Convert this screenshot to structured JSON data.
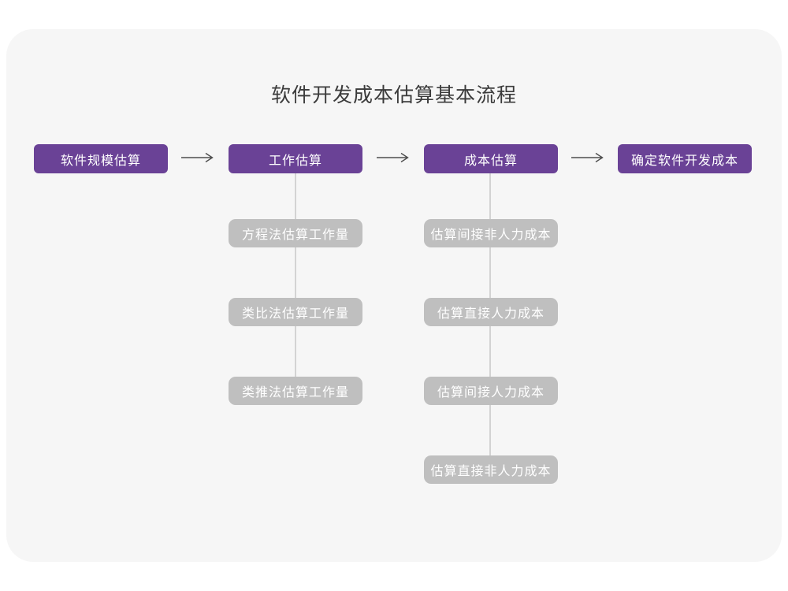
{
  "title": "软件开发成本估算基本流程",
  "colors": {
    "page_bg": "#ffffff",
    "card_bg": "#f6f6f6",
    "primary_node": "#6a4296",
    "secondary_node": "#bfbfbf",
    "connector_line": "#d3d3d3",
    "arrow": "#4d4d4d",
    "title_text": "#3b3b3b",
    "node_text": "#ffffff"
  },
  "flow": {
    "steps": [
      {
        "label": "软件规模估算",
        "substeps": []
      },
      {
        "label": "工作估算",
        "substeps": [
          "方程法估算工作量",
          "类比法估算工作量",
          "类推法估算工作量"
        ]
      },
      {
        "label": "成本估算",
        "substeps": [
          "估算间接非人力成本",
          "估算直接人力成本",
          "估算间接人力成本",
          "估算直接非人力成本"
        ]
      },
      {
        "label": "确定软件开发成本",
        "substeps": []
      }
    ]
  }
}
